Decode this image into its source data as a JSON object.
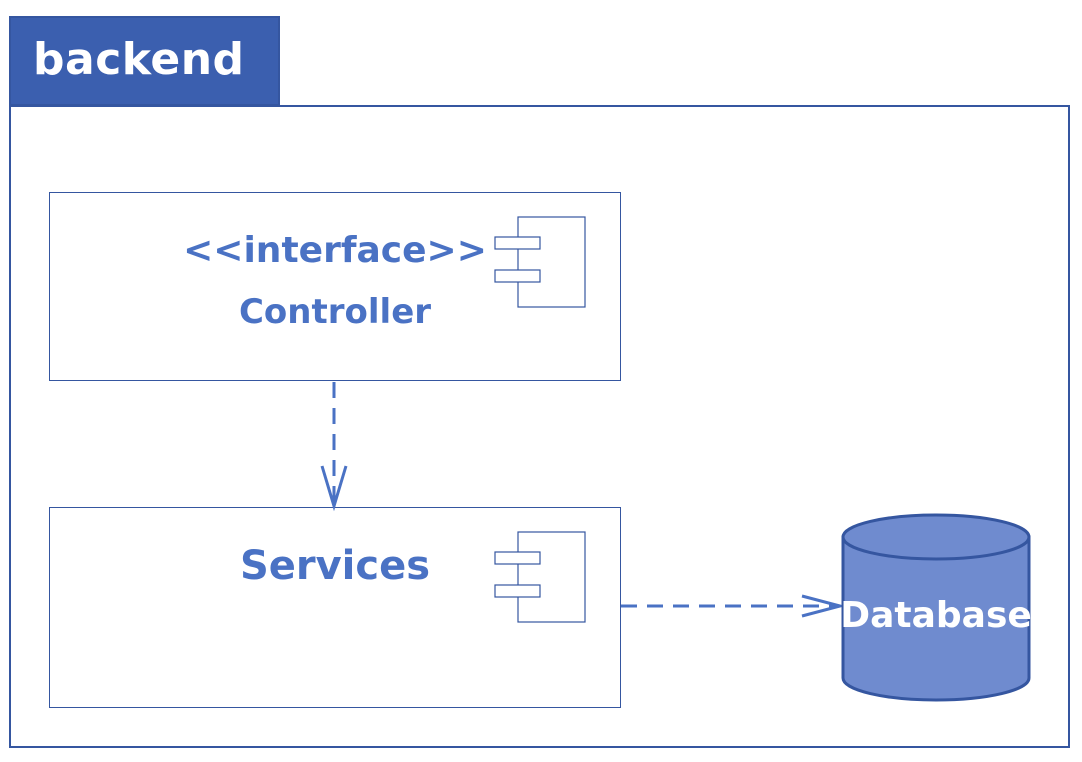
{
  "package": {
    "name": "backend"
  },
  "components": {
    "controller": {
      "stereotype": "<<interface>>",
      "name": "Controller"
    },
    "services": {
      "name": "Services"
    },
    "database": {
      "name": "Database"
    }
  },
  "colors": {
    "package_fill": "#3b5faf",
    "line": "#3556a0",
    "text": "#4a72c4",
    "database_fill": "#6f8bcf"
  },
  "icons": [
    "component-icon",
    "component-icon",
    "dependency-arrow",
    "database-cylinder"
  ]
}
